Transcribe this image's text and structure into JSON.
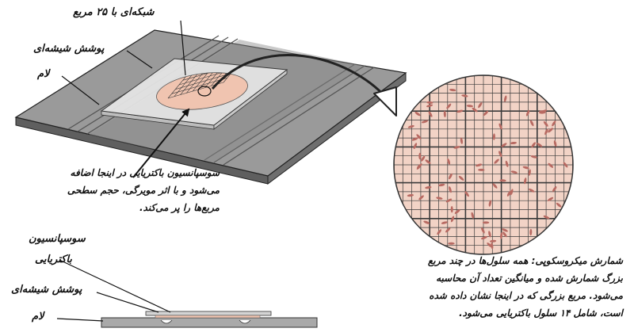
{
  "labels": {
    "grid": "شبکه‌ای با ۲۵ مربع",
    "coverslip_top": "پوشش شیشه‌ای",
    "slide_top": "لام",
    "suspension_side_line1": "سوسپانسیون",
    "suspension_side_line2": "باکتریایی",
    "coverslip_side": "پوشش شیشه‌ای",
    "slide_side": "لام"
  },
  "notes": {
    "suspension_lines": [
      "سوسپانسیون باکتریایی در اینجا اضافه",
      "می‌شود و با اثر مویرگی، حجم سطحی",
      "مربع‌ها را پر می‌کند."
    ],
    "counting_lines": [
      "شمارش میکروسکوپی: همه سلول‌ها در چند مربع",
      "بزرگ شمارش شده و میانگین تعداد آن محاسبه",
      "می‌شود. مربع بزرگی که در اینجا نشان داده شده",
      "است، شامل ۱۴ سلول باکتریایی می‌شود."
    ]
  },
  "colors": {
    "slide_top": "#9a9a9a",
    "slide_side": "#6b6b6b",
    "coverslip": "#e4e4e4",
    "suspension": "#f0c4b0",
    "grid_line": "#3a3a3a",
    "cell": "#b86a62",
    "circle_fill": "#f2d3c6"
  }
}
